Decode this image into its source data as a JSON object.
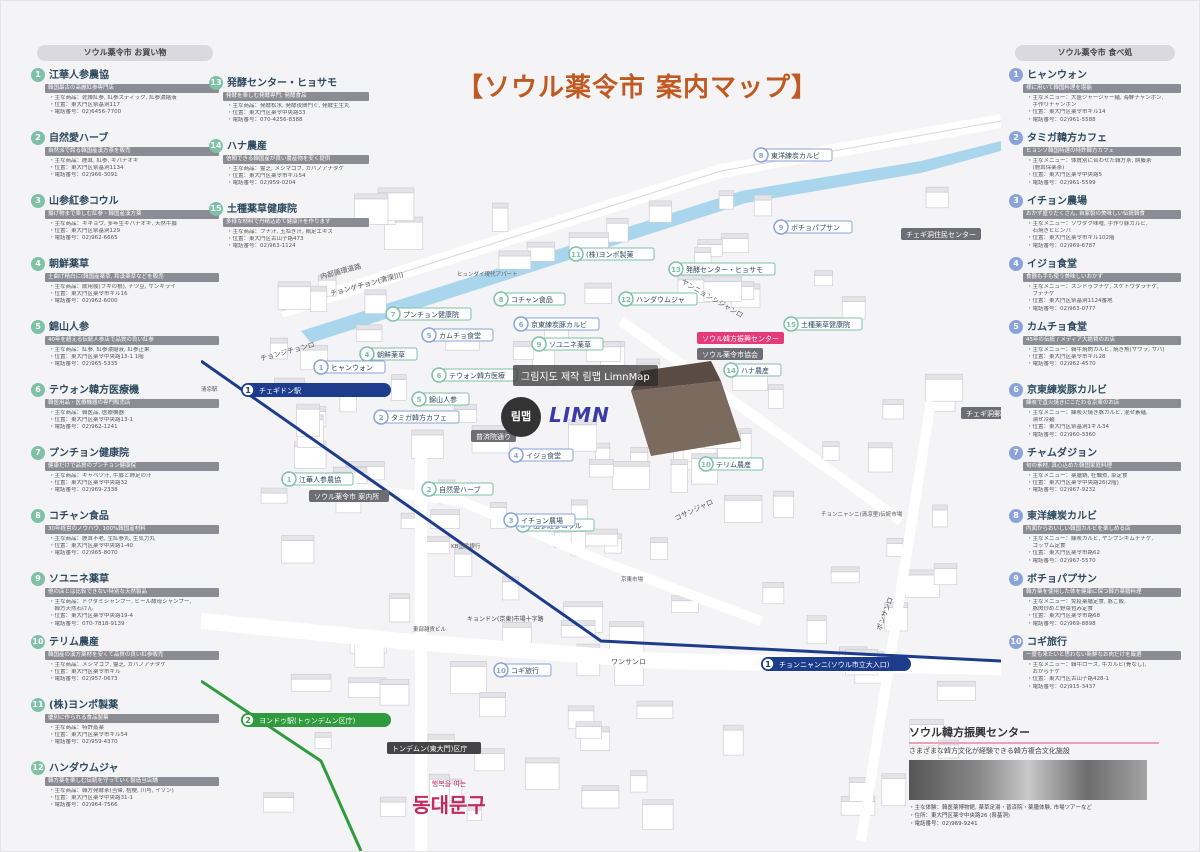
{
  "title": "【ソウル薬令市 案内マップ】",
  "watermark": {
    "caption": "그림지도 제작 림맵 LimnMap",
    "logo_circle": "림맵",
    "logo_text": "LIMN"
  },
  "left_header": "ソウル薬令市 お買い物",
  "right_header": "ソウル薬令市 食べ処",
  "shops_left": [
    {
      "n": "1",
      "name": "江華人参農協",
      "tag": "韓国最古の高麗紅参専門店",
      "lines": [
        "・主な商品：乾燥紅参, 紅参スティック, 紅参濃縮液",
        "・位置：東大門区祭基洞117",
        "・電話番号：02)6456-7700"
      ]
    },
    {
      "n": "2",
      "name": "自然愛ハーブ",
      "tag": "自然派で誇る韓国産漢方茶を販売",
      "lines": [
        "・主な商品：鹿茸, 紅参, キバナオギ",
        "・位置：東大門区祭基洞1134",
        "・電話番号：02)966-3091"
      ]
    },
    {
      "n": "3",
      "name": "山参紅参コウル",
      "tag": "揚げ物まで楽しむ紅参・韓国産漢方薬",
      "lines": [
        "・主な商品：キキョウ, 多年生キバナオギ, 天然牛膝",
        "・位置：東大門区祭基洞129",
        "・電話番号：02)962-6665"
      ]
    },
    {
      "n": "4",
      "name": "朝鮮薬草",
      "tag": "土曲げ精白に(韓国産薬草, 和漢薬草などを販売",
      "lines": [
        "・主な商品：飲用稜(フキの根), ナツ豆, サンキライ",
        "・位置：東大門区薬令市ギル16",
        "・電話番号：02)962-6000"
      ]
    },
    {
      "n": "5",
      "name": "錦山人参",
      "tag": "40年を超える伝統人参店で品質の良い紅参",
      "lines": [
        "・主な商品：紅参, 紅参濃縮液, 紅参正果",
        "・位置：東大門区薬令中央路13-1 1階",
        "・電話番号：02)965-5335"
      ]
    },
    {
      "n": "6",
      "name": "テウォン韓方医療機",
      "tag": "韓医用品・医療機器の専門販売店",
      "lines": [
        "・主な商品：韓医品, 医療機器",
        "・位置：東大門区薬令中央路13-1",
        "・電話番号：02)962-1241"
      ]
    },
    {
      "n": "7",
      "name": "プンチョン健康院",
      "tag": "健康だけで品質のプンチョン健康院",
      "lines": [
        "・主な商品：キャベツ汁, 牛膝と姉足の汁",
        "・位置：東大門区薬令中央路32",
        "・電話番号：02)969-2338"
      ]
    },
    {
      "n": "8",
      "name": "コチャン食品",
      "tag": "30年経営のノウハウ, 100%韓国産材料",
      "lines": [
        "・主な商品：鹿茸不老, 生紅参丸, 生気力丸",
        "・位置：東大門区薬令中央路1-40",
        "・電話番号：02)965-8070"
      ]
    },
    {
      "n": "9",
      "name": "ソユニネ薬草",
      "tag": "他の店とは比較できない特別な天然製品",
      "lines": [
        "・主な商品：ドクダミシャンプー, ビール酵母シャンプー,",
        "　韓方天然石けん",
        "・位置：東大門区薬令中央路19-4",
        "・電話番号：070-7818-9139"
      ]
    },
    {
      "n": "10",
      "name": "テリム農産",
      "tag": "韓国産の漢方薬材を安くて品質の良い紅参販売",
      "lines": [
        "・主な商品：メシマコブ, 霊芝, カバノアナタケ",
        "・位置：東大門区薬令市ギル",
        "・電話番号：02)957-0673"
      ]
    },
    {
      "n": "11",
      "name": "(株)ヨンポ製薬",
      "tag": "優別に作られる食品製菓",
      "lines": [
        "・主な商品：特許蒸薬",
        "・位置：東大門区薬令市ギル54",
        "・電話番号：02)959-4370"
      ]
    },
    {
      "n": "12",
      "name": "ハンダウムジャ",
      "tag": "韓方薬を楽しむ伝統を守っていく製造当店舗",
      "lines": [
        "・主な商品：韓方発酵茶(当帰, 桔梗, 川芎, イソン)",
        "・位置：東大門区薬令中央路31-1",
        "・電話番号：02)964-7566"
      ]
    }
  ],
  "shops_left2": [
    {
      "n": "13",
      "name": "発酵センター・ヒョサモ",
      "tag": "発酵を楽しむ発酵専門, 発酵食品",
      "lines": [
        "・主な商品：発酵松水, 発酵夜間門ぐ, 発酵生生丸",
        "・位置：東大門区薬令中央路33",
        "・電話番号：070-4256-8388"
      ]
    },
    {
      "n": "14",
      "name": "ハナ農産",
      "tag": "信頼できる韓国産が良い農産物を安く提供",
      "lines": [
        "・主な商品：霊芝, メシマコブ, カバノアナタケ",
        "・位置：東大門区薬令市ギル54",
        "・電話番号：02)959-0204"
      ]
    },
    {
      "n": "15",
      "name": "土種薬草健康院",
      "tag": "多様な材料で丹精込めて健康汁を作ります",
      "lines": [
        "・主な商品：フナ汁, 玉ねぎ汁, 鶏足エキス",
        "・位置：東大門区古山子路473",
        "・電話番号：02)963-1124"
      ]
    }
  ],
  "shops_right": [
    {
      "n": "1",
      "name": "ヒャンウォン",
      "tag": "様に用いて韓国料理を堪能",
      "lines": [
        "・主なメニュー：大盛ジャージャー麺, 海鮮チャンポン,",
        "　手作りチャンポン",
        "・位置：東大門区薬令市ギル14",
        "・電話番号：02)961-5588"
      ]
    },
    {
      "n": "2",
      "name": "タミガ韓方カフェ",
      "tag": "ヒョンソ韓国特選の特許韓方カフェ",
      "lines": [
        "・主なメニュー：体質別に合わせた韓方茶, 餅藤茶",
        "　(鹿茸保薬茶)",
        "・位置：東大門区薬令中央路5",
        "・電話番号：02)961-5599"
      ]
    },
    {
      "n": "3",
      "name": "イチョン農場",
      "tag": "おかず盛りだくさん, 自家製の美味しい伝統韓食",
      "lines": [
        "・主なメニュー：ソウダク味噌, 手作り豚カルビ,",
        "　石焼きビビンバ",
        "・位置：東大門区薬令市ギル102階",
        "・電話番号：02)969-6787"
      ]
    },
    {
      "n": "4",
      "name": "イジョ食堂",
      "tag": "食器も手も使う美味しいおかず",
      "lines": [
        "・主なメニュー：スンドゥブチゲ, スケトウダラチゲ,",
        "　ブデチゲ",
        "・位置：東大門区祭基洞1124番地",
        "・電話番号：02)963-0777"
      ]
    },
    {
      "n": "5",
      "name": "カムチョ食堂",
      "tag": "45年の伝統 / メディア大絶賛のお店",
      "lines": [
        "・主なメニュー：韓牛焼肉カルビ, 焼き魚(サワラ, サバ)",
        "・位置：東大門区薬令市ギル28",
        "・電話番号：02)962-4570"
      ]
    },
    {
      "n": "6",
      "name": "京東練炭豚カルビ",
      "tag": "練炭で直火焼きにこだわる京東のお店",
      "lines": [
        "・主なメニュー：練炭火焼き豚カルビ, 混ぜ素麺,",
        "　湯ぜ冷麺",
        "・位置：東大門区祭基洞1ギル34",
        "・電話番号：02)960-3360"
      ]
    },
    {
      "n": "7",
      "name": "チャムダジョン",
      "tag": "旬の素材, 真心込めた韓国家庭料理",
      "lines": [
        "・主なメニュー：薬膳鍋, 牡蠣煮, 菜定食",
        "・位置：東大門区薬令中央路26(2階)",
        "・電話番号：02)967-9232"
      ]
    },
    {
      "n": "8",
      "name": "東洋練炭カルビ",
      "tag": "内面からおいしい韓国カルビを楽しめる店",
      "lines": [
        "・主なメニュー：練炭カルビ, ヤンプンキムチチゲ,",
        "　コッサム定食",
        "・位置：東大門区薬令市路62",
        "・電話番号：02)967-5570"
      ]
    },
    {
      "n": "9",
      "name": "ボチョパプサン",
      "tag": "韓方薬を使用した体を健康に保つ韓方薬膳料理",
      "lines": [
        "・主なメニュー：免疫薬膳定食, 豚ご飯,",
        "　豚肉炒めと野菜包み定食",
        "・位置：東大門区薬令市路68",
        "・電話番号：02)969-8898"
      ]
    },
    {
      "n": "10",
      "name": "コギ旅行",
      "tag": "一度も来たいと思わない新鮮なお肉だけを厳選",
      "lines": [
        "・主なメニュー：韓牛ロース, 牛カルビ(骨なし),",
        "　おからチゲ",
        "・位置：東大門区古山子路428-1",
        "・電話番号：02)915-3437"
      ]
    }
  ],
  "center": {
    "title": "ソウル韓方振興センター",
    "subtitle": "さまざまな韓方文化が経験できる韓方複合文化施設",
    "lines": [
      "・主な体験：韓医薬博物館, 薬草足湯・普済院・薬膳体験, 市場ツアーなど",
      "・住所：東大門区薬令中央路26 (祭基洞)",
      "・電話番号：02)969-9241"
    ]
  },
  "map": {
    "roads": [
      "内部循環道路",
      "ワンサンロ",
      "コサンジャロ",
      "ヤンニョンシジャンロ",
      "ポンサンロ",
      "チョンジチョンロ",
      "キョンドン(京東)市場十字路"
    ],
    "river": "チョンゲチョン(清渓川)",
    "stations": [
      {
        "line": "1",
        "name": "チェギドン駅",
        "color": "#1d3d8c"
      },
      {
        "line": "1",
        "name": "チョンニャンニ(ソウル市立大入口)",
        "color": "#1d3d8c"
      },
      {
        "line": "2",
        "name": "ヨンドゥ駅(トゥンデムン区庁)",
        "color": "#2f9a3e"
      }
    ],
    "places": [
      "ソウル韓方振興センター",
      "ソウル薬令市協会",
      "ソウル薬令市 案内所",
      "トンデムン(東大門)区庁",
      "京東市場",
      "チェギ洞住民センター",
      "チェギ洞郵便局",
      "チョンニャンニ(清凉里)伝統市場",
      "ヒュンダイ現代アパート",
      "東部雑貨ビル",
      "KB国民銀行",
      "普済院通り",
      "清凉駅"
    ],
    "callouts": [
      {
        "n": "1",
        "name": "江華人参農協",
        "color": "#7ec1a6"
      },
      {
        "n": "2",
        "name": "自然愛ハーブ",
        "color": "#7ec1a6"
      },
      {
        "n": "3",
        "name": "山参紅参コウル",
        "color": "#7ec1a6"
      },
      {
        "n": "4",
        "name": "朝鮮薬草",
        "color": "#7ec1a6"
      },
      {
        "n": "5",
        "name": "錦山人参",
        "color": "#7ec1a6"
      },
      {
        "n": "6",
        "name": "テウォン韓方医療",
        "color": "#7ec1a6"
      },
      {
        "n": "7",
        "name": "プンチョン健康院",
        "color": "#7ec1a6"
      },
      {
        "n": "8",
        "name": "コチャン食品",
        "color": "#7ec1a6"
      },
      {
        "n": "9",
        "name": "ソユニネ薬草",
        "color": "#7ec1a6"
      },
      {
        "n": "10",
        "name": "テリム農産",
        "color": "#7ec1a6"
      },
      {
        "n": "11",
        "name": "(株)ヨンポ製薬",
        "color": "#7ec1a6"
      },
      {
        "n": "12",
        "name": "ハンダウムジャ",
        "color": "#7ec1a6"
      },
      {
        "n": "13",
        "name": "発酵センター・ヒョサモ",
        "color": "#7ec1a6"
      },
      {
        "n": "14",
        "name": "ハナ農産",
        "color": "#7ec1a6"
      },
      {
        "n": "15",
        "name": "土種薬草健康院",
        "color": "#7ec1a6"
      },
      {
        "n": "1",
        "name": "ヒャンウォン",
        "color": "#8aa3d8"
      },
      {
        "n": "2",
        "name": "タミガ韓方カフェ",
        "color": "#8aa3d8"
      },
      {
        "n": "3",
        "name": "イチョン農場",
        "color": "#8aa3d8"
      },
      {
        "n": "4",
        "name": "イジョ食堂",
        "color": "#8aa3d8"
      },
      {
        "n": "5",
        "name": "カムチョ食堂",
        "color": "#8aa3d8"
      },
      {
        "n": "6",
        "name": "京東練炭豚カルビ",
        "color": "#8aa3d8"
      },
      {
        "n": "8",
        "name": "東洋練炭カルビ",
        "color": "#8aa3d8"
      },
      {
        "n": "9",
        "name": "ボチョパプサン",
        "color": "#8aa3d8"
      },
      {
        "n": "10",
        "name": "コギ旅行",
        "color": "#8aa3d8"
      }
    ]
  },
  "logo": {
    "tagline": "행복을 여는",
    "name": "동대문구"
  },
  "colors": {
    "shop_accent": "#7ec1a6",
    "food_accent": "#8aa3d8",
    "title": "#c05a22",
    "line1": "#1d3d8c",
    "line2": "#2f9a3e",
    "river": "#a9d6ec"
  }
}
